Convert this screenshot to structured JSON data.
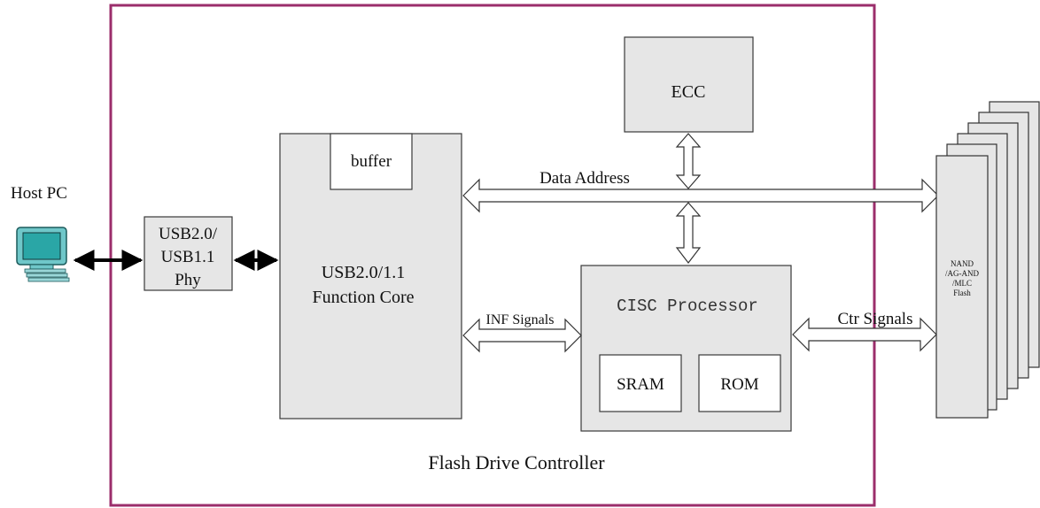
{
  "labels": {
    "host_pc": "Host PC",
    "usb_phy_line1": "USB2.0/",
    "usb_phy_line2": "USB1.1",
    "usb_phy_line3": "Phy",
    "function_core_line1": "USB2.0/1.1",
    "function_core_line2": "Function Core",
    "buffer": "buffer",
    "ecc": "ECC",
    "data_address": "Data Address",
    "inf_signals": "INF Signals",
    "cisc_processor": "CISC Processor",
    "sram": "SRAM",
    "rom": "ROM",
    "ctr_signals": "Ctr Signals",
    "flash_line1": "NAND",
    "flash_line2": "/AG-AND",
    "flash_line3": "/MLC",
    "flash_line4": "Flash",
    "controller_caption": "Flash Drive Controller"
  },
  "colors": {
    "controller_border": "#9b2d6b",
    "block_fill": "#e6e6e6",
    "monitor_screen": "#2aa6a6",
    "monitor_body": "#6fc7c9"
  }
}
